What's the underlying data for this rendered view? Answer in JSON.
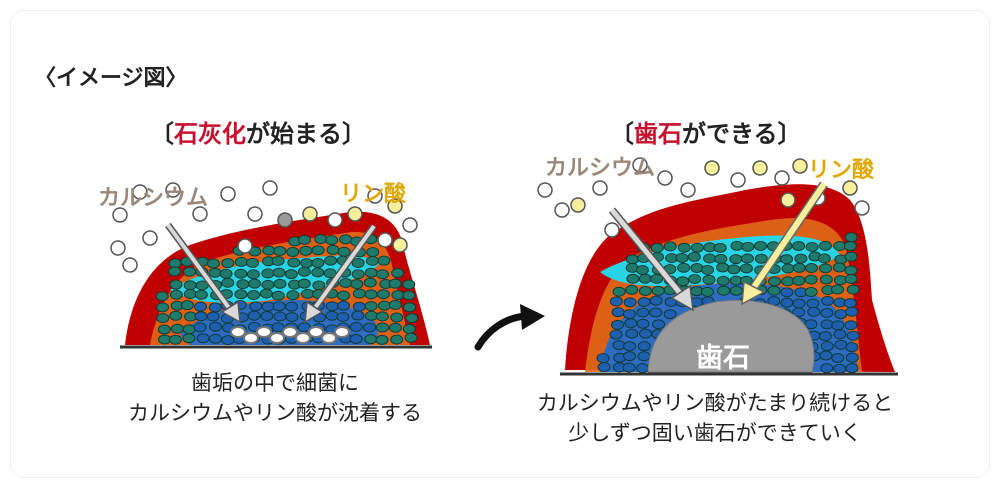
{
  "heading": "〈イメージ図〉",
  "left_panel": {
    "title_open": "〔",
    "title_red": "石灰化",
    "title_rest": "が始まる〕",
    "label_calcium": "カルシウム",
    "label_phosphate": "リン酸",
    "caption_line1": "歯垢の中で細菌に",
    "caption_line2": "カルシウムやリン酸が沈着する"
  },
  "right_panel": {
    "title_open": "〔",
    "title_red": "歯石",
    "title_rest": "ができる〕",
    "label_calcium": "カルシウム",
    "label_phosphate": "リン酸",
    "tartar_label": "歯石",
    "caption_line1": "カルシウムやリン酸がたまり続けると",
    "caption_line2": "少しずつ固い歯石ができていく"
  },
  "colors": {
    "accent_red": "#c8102e",
    "calcium_label": "#9b8778",
    "phosphate_label": "#e0a800",
    "plaque": "#c00000",
    "bacteria_teal": "#1f7a6b",
    "bacteria_orange": "#e06a1a",
    "cyan_matrix": "#29d4e6",
    "blue_zone": "#2d6cc0",
    "tartar_grey": "#9a9a9a"
  },
  "icons": [
    "curved-arrow-icon",
    "pointer-arrow-icon"
  ]
}
